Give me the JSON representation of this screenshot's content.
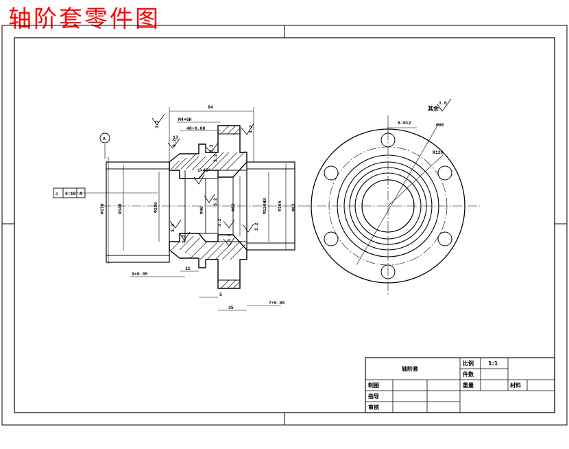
{
  "title": "轴阶套零件图",
  "colors": {
    "title": "#ff0000",
    "lines": "#000000",
    "paper": "#ffffff"
  },
  "datum": {
    "letter": "A"
  },
  "tolerance_frame": {
    "symbol": "◎",
    "value": "0.15",
    "datum": "A"
  },
  "section_dims": {
    "overall_length": "64",
    "thread": "M4×6H",
    "groove_width": "13",
    "slot_tol": "40+0.08",
    "len_11": "11",
    "len_5": "5",
    "len_35": "35",
    "tol_left": "9+0.05",
    "tol_right": "7+0.05",
    "dia_170": "Φ170",
    "dia_140": "Φ140",
    "dia_100": "Φ100",
    "dia_105": "Φ105",
    "dia_82": "Φ82",
    "dia_62": "Φ62",
    "dia_120": "Φ120H8",
    "dia_40": "Φ40",
    "chamfer": "1×45°"
  },
  "roughness": {
    "r1": "3.2",
    "r2": "3.2",
    "r3": "3.2",
    "r4": "3.2",
    "r5": "3.2",
    "r6": "3.2",
    "r7": "3.2",
    "r8": "3.2",
    "r9": "3.2",
    "r10": "3.2",
    "r11": "3.2",
    "remaining_value": "1.6",
    "remaining_label": "其余"
  },
  "circle_view": {
    "holes": "6-Φ12",
    "pcd": "Φ86",
    "radius": "R120"
  },
  "title_block": {
    "part_name": "轴阶套",
    "scale_label": "比例",
    "scale_value": "1:1",
    "qty_label": "件数",
    "weight_label": "重量",
    "material_label": "材料",
    "drawn_label": "制图",
    "guide_label": "指导",
    "review_label": "审核"
  }
}
